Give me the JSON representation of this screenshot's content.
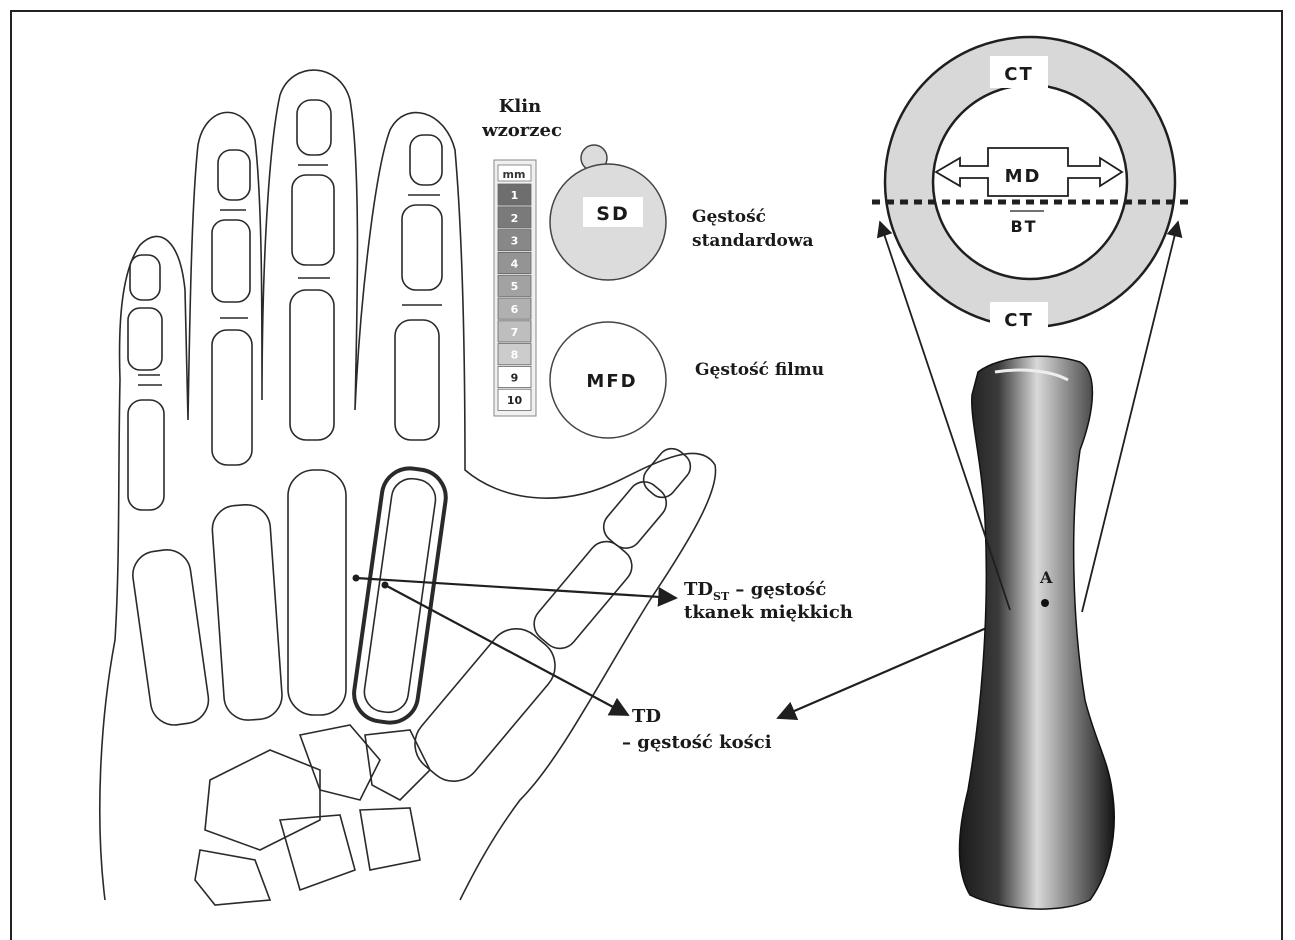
{
  "wedge": {
    "title_line1": "Klin",
    "title_line2": "wzorzec",
    "unit": "mm",
    "steps": [
      "1",
      "2",
      "3",
      "4",
      "5",
      "6",
      "7",
      "8",
      "9",
      "10"
    ],
    "step_colors": [
      "#6e6e6e",
      "#7a7a7a",
      "#888888",
      "#949494",
      "#a2a2a2",
      "#b0b0b0",
      "#bebebe",
      "#cccccc",
      "#ffffff",
      "#ffffff"
    ]
  },
  "sd": {
    "abbr": "SD",
    "label_line1": "Gęstość",
    "label_line2": "standardowa"
  },
  "mfd": {
    "abbr": "MFD",
    "label": "Gęstość filmu"
  },
  "tdst": {
    "abbr": "TD",
    "sub": "ST",
    "rest": " – gęstość",
    "line2": "tkanek miękkich"
  },
  "td": {
    "abbr": "TD",
    "line2": "– gęstość kości"
  },
  "cross_section": {
    "top": "CT",
    "bottom": "CT",
    "center": "MD",
    "under": "BT"
  },
  "bone_marker": "A",
  "colors": {
    "line": "#1f1f1f",
    "cortex": "#d8d8d8",
    "sd_fill": "#dcdcdc"
  }
}
